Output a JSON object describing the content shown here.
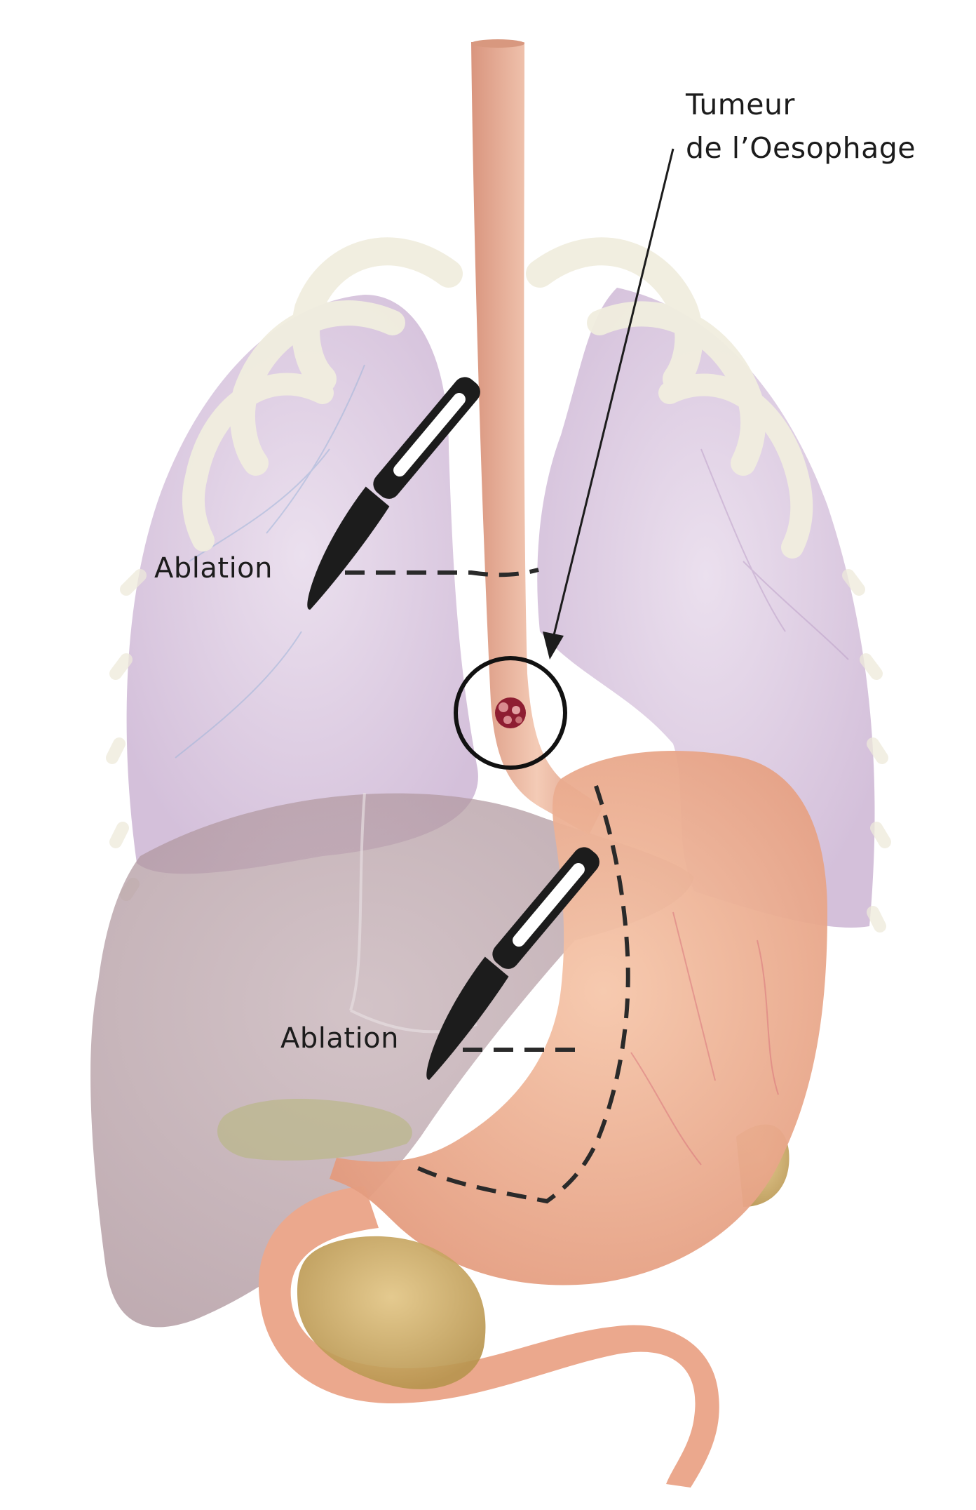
{
  "labels": {
    "tumor": "Tumeur\nde l’Oesophage",
    "ablation_top": "Ablation",
    "ablation_bottom": "Ablation"
  },
  "colors": {
    "lung": "#d7c2dd",
    "liver": "#b49ca3",
    "esophagus": "#eebba4",
    "stomach": "#efb393",
    "gallbladder": "#b9b784",
    "spleen_pancreas": "#d2b070",
    "tumor": "#8e1d31",
    "ribs": "#f1eedf",
    "ink": "#1c1c1c"
  },
  "icons": [
    "scalpel-icon",
    "scalpel-icon"
  ]
}
